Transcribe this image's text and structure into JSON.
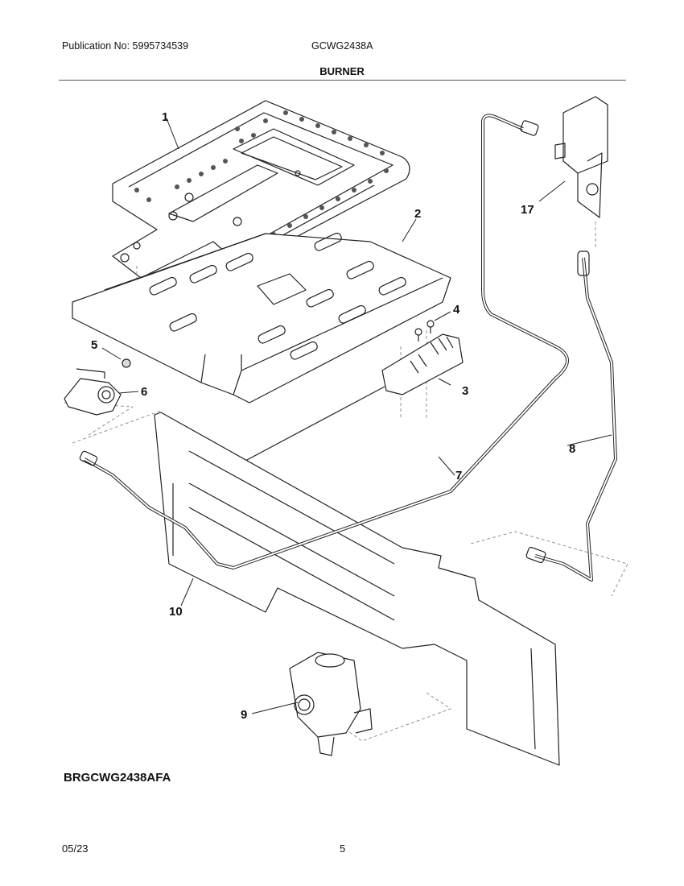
{
  "header": {
    "publication": "Publication No: 5995734539",
    "model": "GCWG2438A",
    "section_title": "BURNER"
  },
  "diagram": {
    "callouts": [
      "1",
      "2",
      "3",
      "4",
      "5",
      "6",
      "7",
      "8",
      "9",
      "10",
      "17"
    ],
    "code": "BRGCWG2438AFA"
  },
  "footer": {
    "date": "05/23",
    "page": "5"
  }
}
